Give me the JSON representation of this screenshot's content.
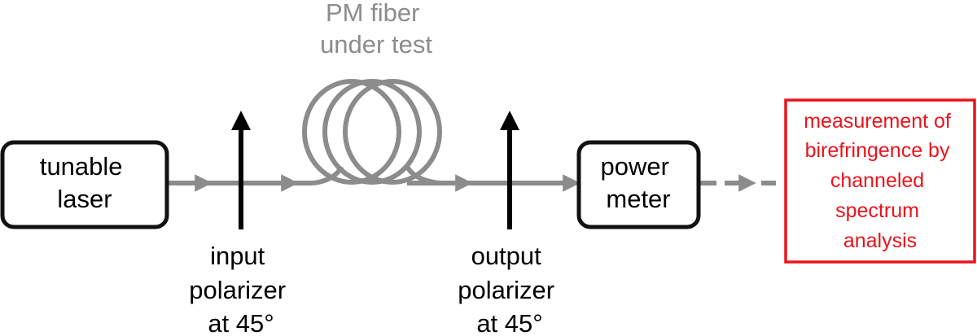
{
  "fiber": {
    "label_lines": [
      "PM fiber",
      "under test"
    ],
    "color": "#8c8c8c"
  },
  "laser": {
    "label_lines": [
      "tunable",
      "laser"
    ]
  },
  "input_polarizer": {
    "label_lines": [
      "input",
      "polarizer",
      "at 45°"
    ]
  },
  "output_polarizer": {
    "label_lines": [
      "output",
      "polarizer",
      "at 45°"
    ]
  },
  "power_meter": {
    "label_lines": [
      "power",
      "meter"
    ]
  },
  "analysis": {
    "label_lines": [
      "measurement of",
      "birefringence by",
      "channeled",
      "spectrum",
      "analysis"
    ],
    "color": "#e8141b"
  },
  "colors": {
    "beam": "#8c8c8c",
    "box": "#111111",
    "arrow": "#000000"
  }
}
